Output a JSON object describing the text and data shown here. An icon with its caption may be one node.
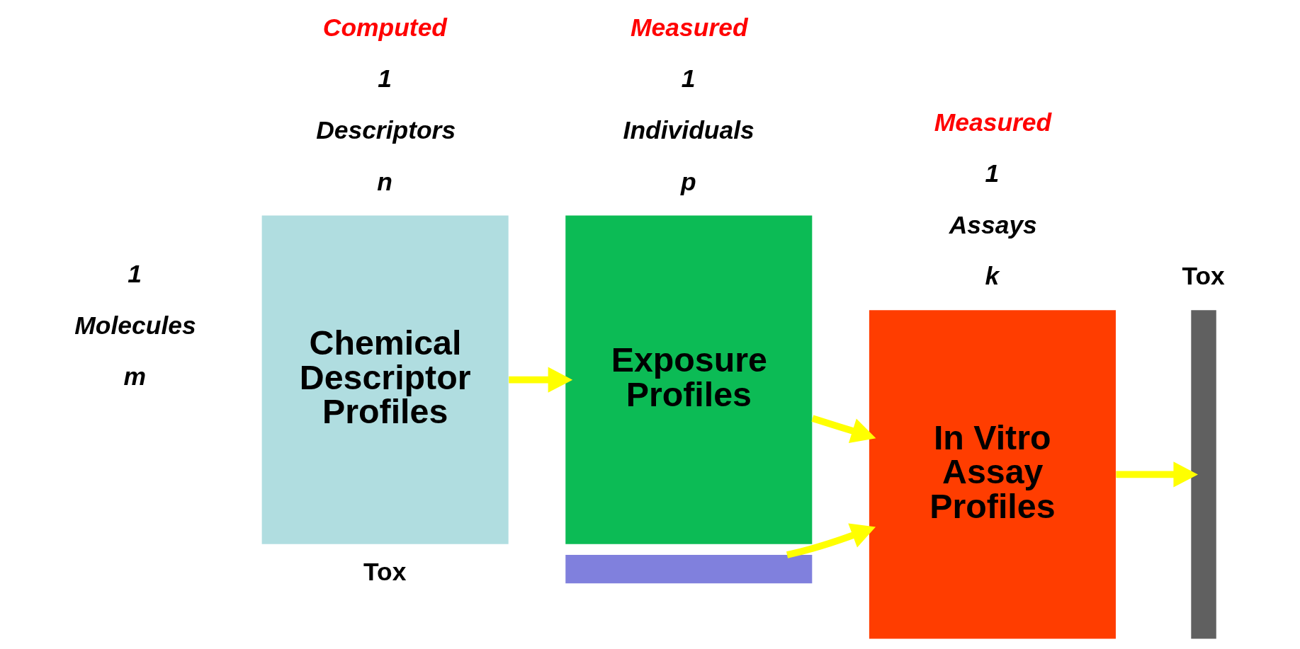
{
  "diagram": {
    "nodes": [
      {
        "text": [
          "Chemical Descriptor Profiles"
        ]
      },
      {
        "text": [
          "Exposure Profiles"
        ]
      },
      {
        "text": [
          "In Vitro Assay Profiles"
        ]
      },
      {
        "text": [],
        "shape": "bar",
        "beside": [
          "Tox"
        ]
      },
      {
        "text": [],
        "shape": "bar"
      }
    ],
    "edges": [
      {
        "from": 0,
        "to": 1,
        "arrow": "to"
      },
      {
        "from": 1,
        "to": 2,
        "arrow": "to"
      },
      {
        "from": 2,
        "to": 3,
        "arrow": "to"
      },
      {
        "from": 4,
        "to": 2,
        "arrow": "to"
      }
    ],
    "labels": [
      "Computed",
      "Measured",
      "Measured",
      "1",
      "Descriptors",
      "n",
      "1",
      "Individuals",
      "p",
      "1",
      "Assays",
      "k",
      "1",
      "Molecules",
      "m",
      "Tox"
    ]
  }
}
